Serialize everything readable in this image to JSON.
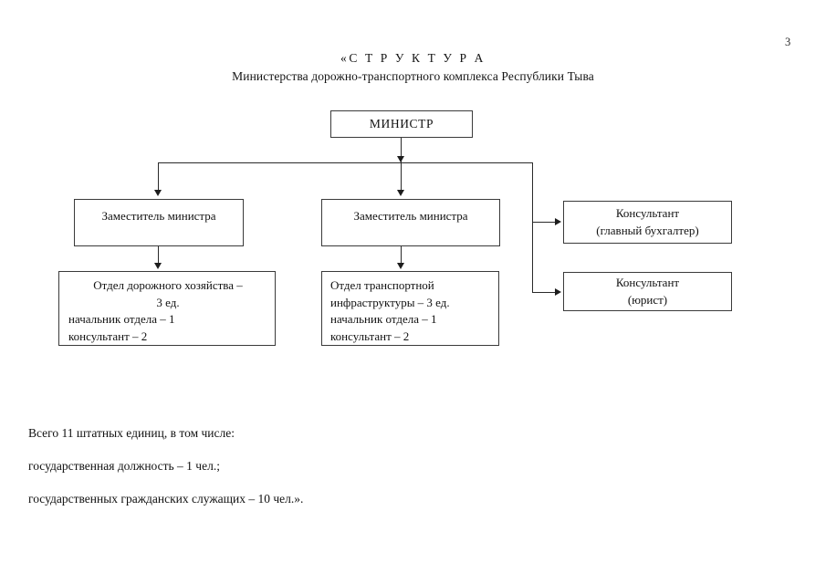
{
  "page": {
    "number": "3"
  },
  "title": {
    "line1": "«С Т Р У К Т У Р А",
    "line2": "Министерства дорожно-транспортного комплекса Республики Тыва"
  },
  "org_chart": {
    "minister": {
      "label": "МИНИСТР"
    },
    "deputy_left": {
      "label": "Заместитель министра"
    },
    "deputy_right": {
      "label": "Заместитель министра"
    },
    "consultant_accountant": {
      "line1": "Консультант",
      "line2": "(главный бухгалтер)"
    },
    "consultant_lawyer": {
      "line1": "Консультант",
      "line2": "(юрист)"
    },
    "department_roads": {
      "line1": "Отдел дорожного хозяйства –",
      "line2": "3 ед.",
      "line3": "начальник отдела – 1",
      "line4": "консультант – 2"
    },
    "department_transport": {
      "line1": "Отдел транспортной",
      "line2": "инфраструктуры – 3 ед.",
      "line3": "начальник отдела – 1",
      "line4": "консультант – 2"
    }
  },
  "footer": {
    "line1": "Всего 11 штатных единиц, в том числе:",
    "line2": "государственная должность – 1 чел.;",
    "line3": "государственных гражданских служащих – 10 чел.»."
  },
  "colors": {
    "box_border": "#3a3a3a",
    "connector": "#2a2a2a",
    "text": "#111111",
    "background": "#ffffff"
  }
}
